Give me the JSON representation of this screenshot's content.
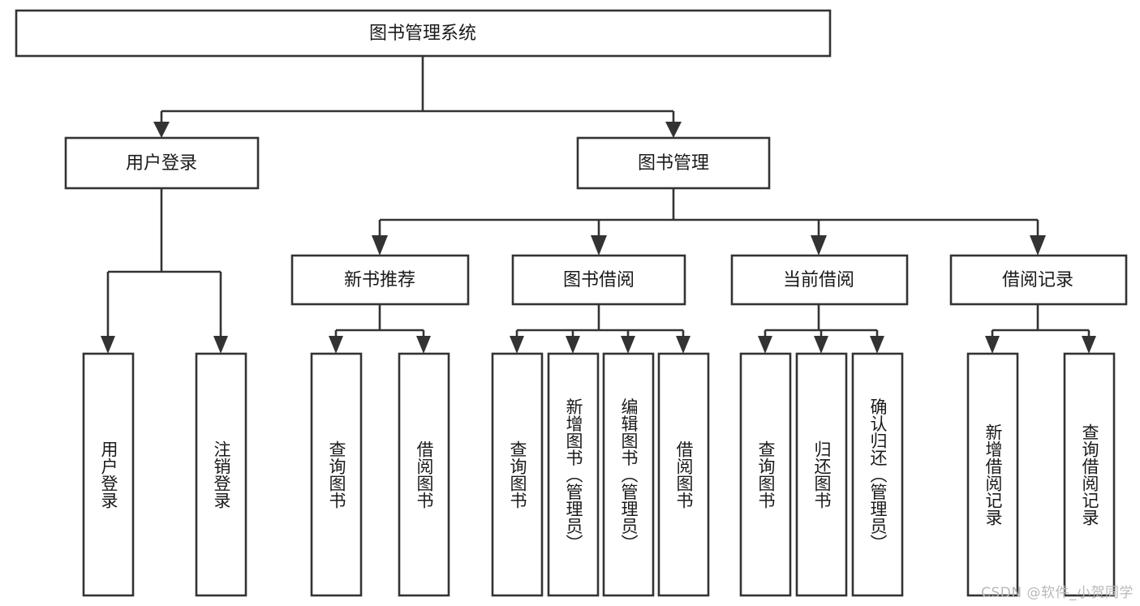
{
  "diagram": {
    "title": "图书管理系统",
    "watermark": "CSDN @软件_小贺同学",
    "colors": {
      "box_stroke": "#333333",
      "box_fill": "#ffffff",
      "text": "#1a1a1a",
      "connector": "#333333",
      "background": "#ffffff",
      "watermark": "#b8b8b8"
    },
    "levels": {
      "root": "图书管理系统",
      "level2": [
        "用户登录",
        "图书管理"
      ],
      "level3": [
        "新书推荐",
        "图书借阅",
        "当前借阅",
        "借阅记录"
      ]
    },
    "nodes": {
      "root": {
        "label": "图书管理系统",
        "orientation": "horizontal"
      },
      "user_login": {
        "label": "用户登录",
        "orientation": "horizontal"
      },
      "book_manage": {
        "label": "图书管理",
        "orientation": "horizontal"
      },
      "new_book_rec": {
        "label": "新书推荐",
        "orientation": "horizontal"
      },
      "book_borrow": {
        "label": "图书借阅",
        "orientation": "horizontal"
      },
      "current_borrow": {
        "label": "当前借阅",
        "orientation": "horizontal"
      },
      "borrow_record": {
        "label": "借阅记录",
        "orientation": "horizontal"
      },
      "leaf_user_login": {
        "label": "用户登录",
        "orientation": "vertical"
      },
      "leaf_logout": {
        "label": "注销登录",
        "orientation": "vertical"
      },
      "leaf_query_book_1": {
        "label": "查询图书",
        "orientation": "vertical"
      },
      "leaf_borrow_book_1": {
        "label": "借阅图书",
        "orientation": "vertical"
      },
      "leaf_query_book_2": {
        "label": "查询图书",
        "orientation": "vertical"
      },
      "leaf_add_book": {
        "label": "新增图书（管理员）",
        "orientation": "vertical"
      },
      "leaf_edit_book": {
        "label": "编辑图书（管理员）",
        "orientation": "vertical"
      },
      "leaf_borrow_book_2": {
        "label": "借阅图书",
        "orientation": "vertical"
      },
      "leaf_query_book_3": {
        "label": "查询图书",
        "orientation": "vertical"
      },
      "leaf_return_book": {
        "label": "归还图书",
        "orientation": "vertical"
      },
      "leaf_confirm_return": {
        "label": "确认归还（管理员）",
        "orientation": "vertical"
      },
      "leaf_add_record": {
        "label": "新增借阅记录",
        "orientation": "vertical"
      },
      "leaf_query_record": {
        "label": "查询借阅记录",
        "orientation": "vertical"
      }
    },
    "tree": {
      "name": "图书管理系统",
      "children": [
        {
          "name": "用户登录",
          "children": [
            {
              "name": "用户登录"
            },
            {
              "name": "注销登录"
            }
          ]
        },
        {
          "name": "图书管理",
          "children": [
            {
              "name": "新书推荐",
              "children": [
                {
                  "name": "查询图书"
                },
                {
                  "name": "借阅图书"
                }
              ]
            },
            {
              "name": "图书借阅",
              "children": [
                {
                  "name": "查询图书"
                },
                {
                  "name": "新增图书（管理员）"
                },
                {
                  "name": "编辑图书（管理员）"
                },
                {
                  "name": "借阅图书"
                }
              ]
            },
            {
              "name": "当前借阅",
              "children": [
                {
                  "name": "查询图书"
                },
                {
                  "name": "归还图书"
                },
                {
                  "name": "确认归还（管理员）"
                }
              ]
            },
            {
              "name": "借阅记录",
              "children": [
                {
                  "name": "新增借阅记录"
                },
                {
                  "name": "查询借阅记录"
                }
              ]
            }
          ]
        }
      ]
    }
  }
}
